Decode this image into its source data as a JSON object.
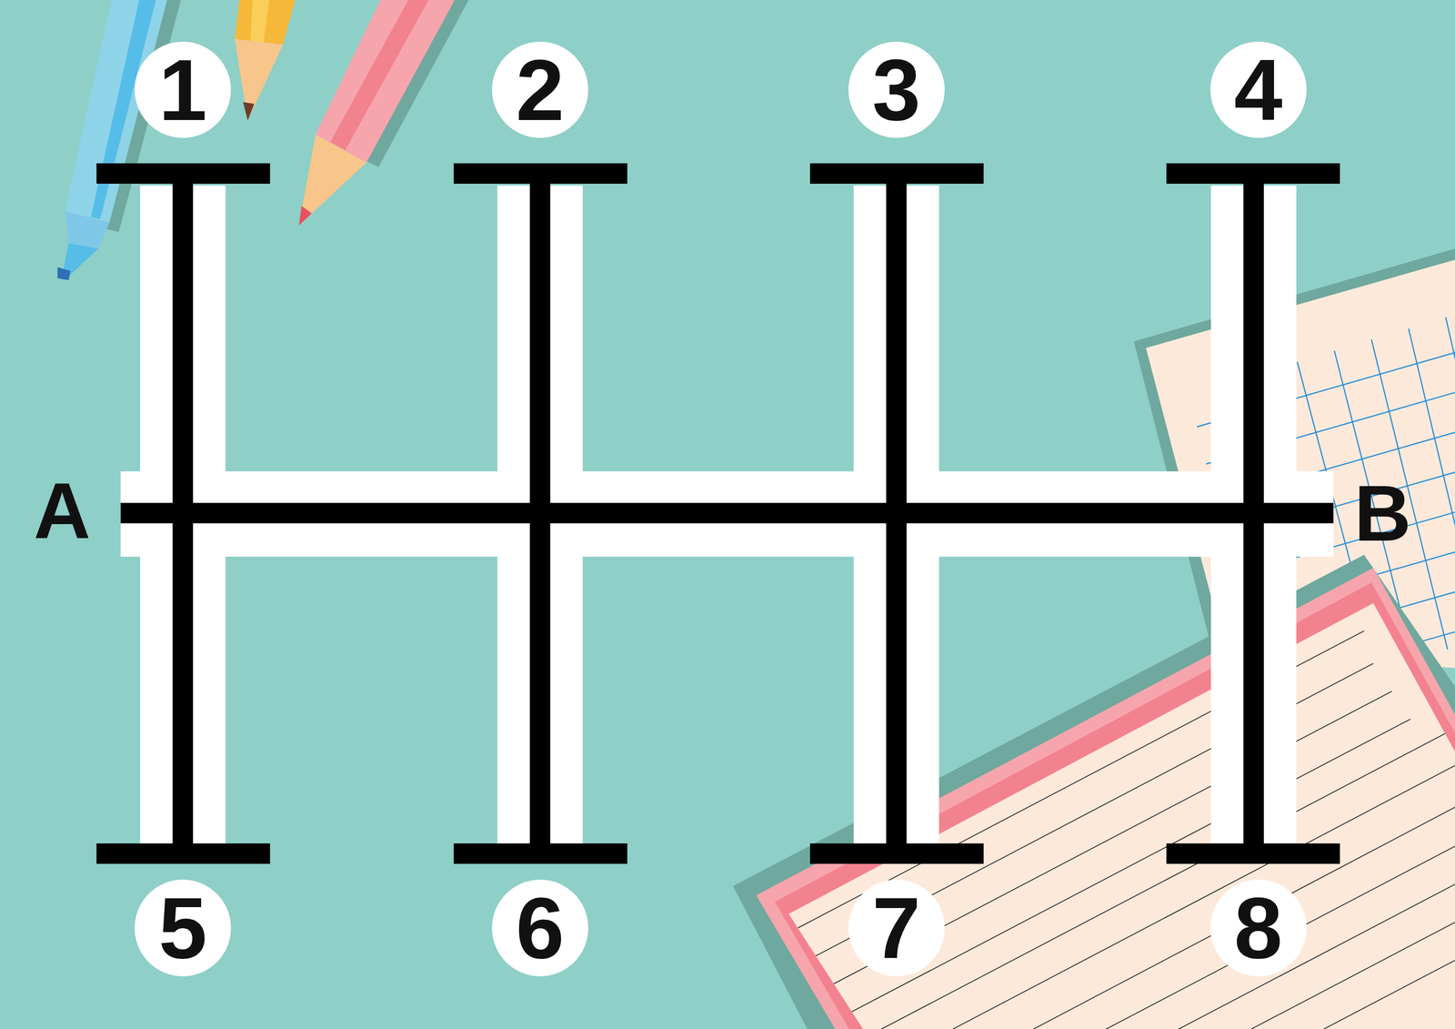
{
  "diagram": {
    "nodes": [
      {
        "text": [
          "1"
        ]
      },
      {
        "text": [
          "2"
        ]
      },
      {
        "text": [
          "3"
        ]
      },
      {
        "text": [
          "4"
        ]
      },
      {
        "text": [
          "5"
        ]
      },
      {
        "text": [
          "6"
        ]
      },
      {
        "text": [
          "7"
        ]
      },
      {
        "text": [
          "8"
        ]
      }
    ],
    "labels": [
      "A",
      "B"
    ]
  }
}
